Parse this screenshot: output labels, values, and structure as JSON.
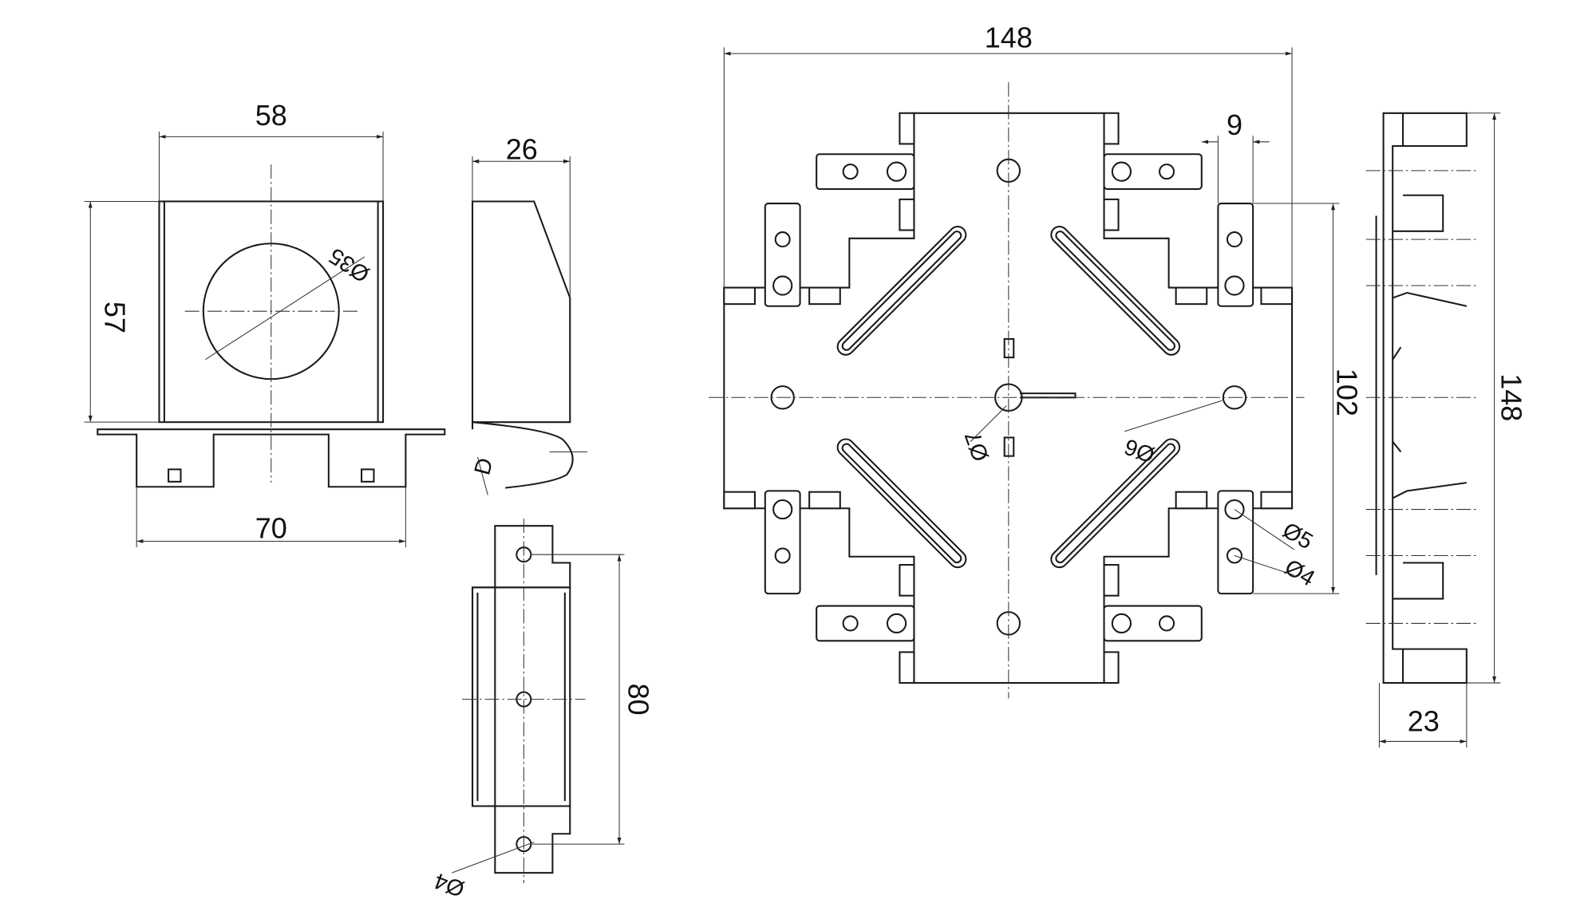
{
  "drawing": {
    "front_view": {
      "width": "58",
      "height": "57",
      "base_width": "70",
      "hole_diameter": "Ø35"
    },
    "side_view": {
      "depth": "26",
      "gap_label": "D"
    },
    "bracket_view": {
      "length": "80",
      "hole_diameter": "Ø4"
    },
    "plan_view": {
      "overall_width": "148",
      "tab_width": "9",
      "height": "102",
      "center_hole": "Ø7",
      "slot_width": "Ø6",
      "tab_hole_large": "Ø5",
      "tab_hole_small": "Ø4"
    },
    "right_view": {
      "height": "148",
      "depth": "23"
    }
  }
}
